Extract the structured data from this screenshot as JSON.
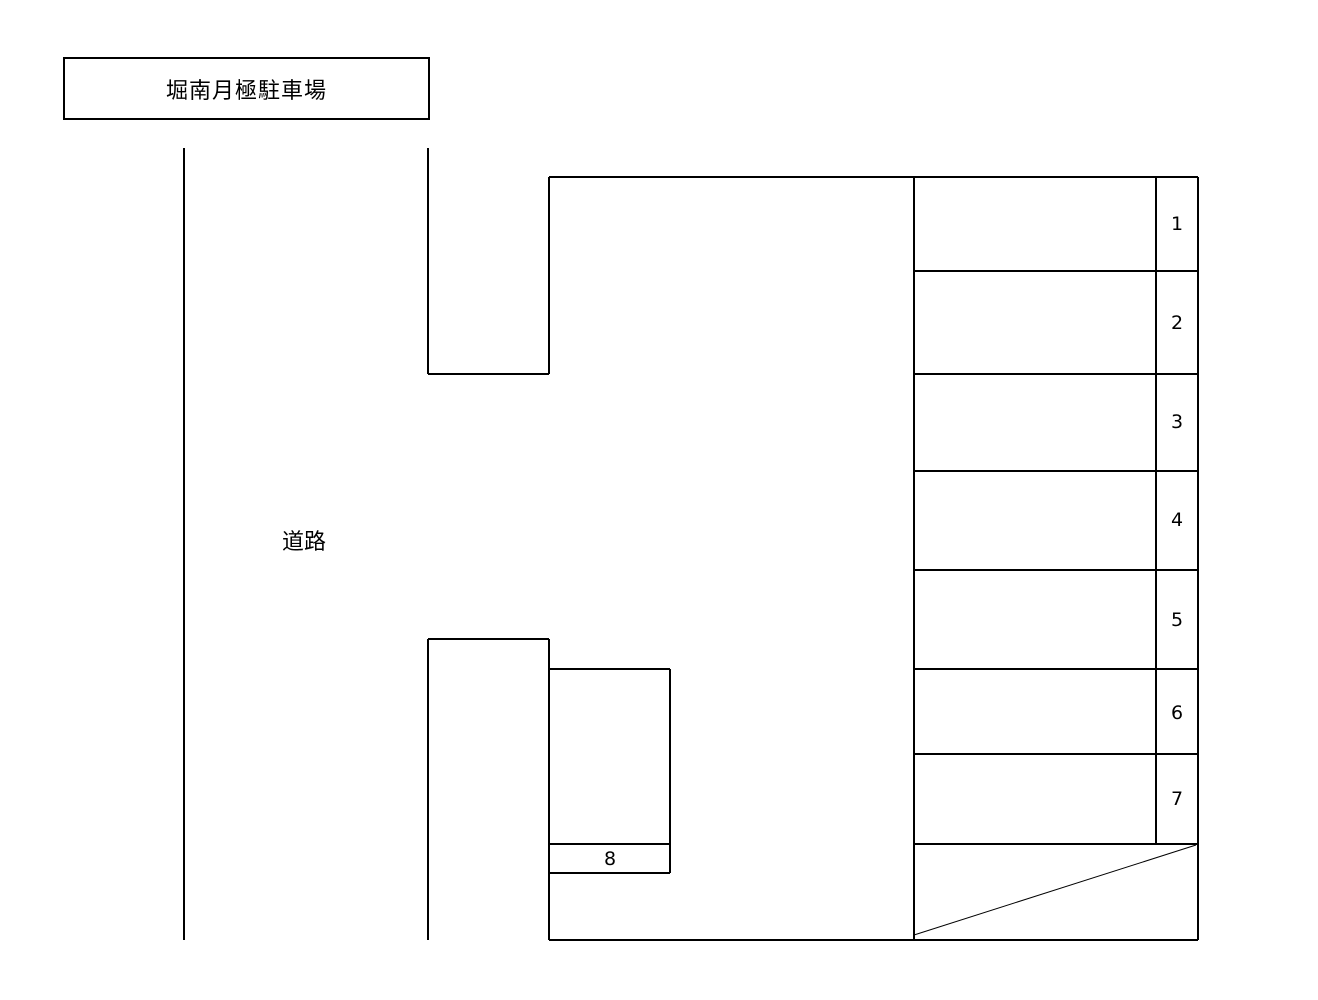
{
  "title": "堀南月極駐車場",
  "road_label": "道路",
  "parking_spaces": [
    {
      "number": "1"
    },
    {
      "number": "2"
    },
    {
      "number": "3"
    },
    {
      "number": "4"
    },
    {
      "number": "5"
    },
    {
      "number": "6"
    },
    {
      "number": "7"
    },
    {
      "number": "8"
    }
  ],
  "colors": {
    "line": "#000000",
    "background": "#ffffff"
  }
}
